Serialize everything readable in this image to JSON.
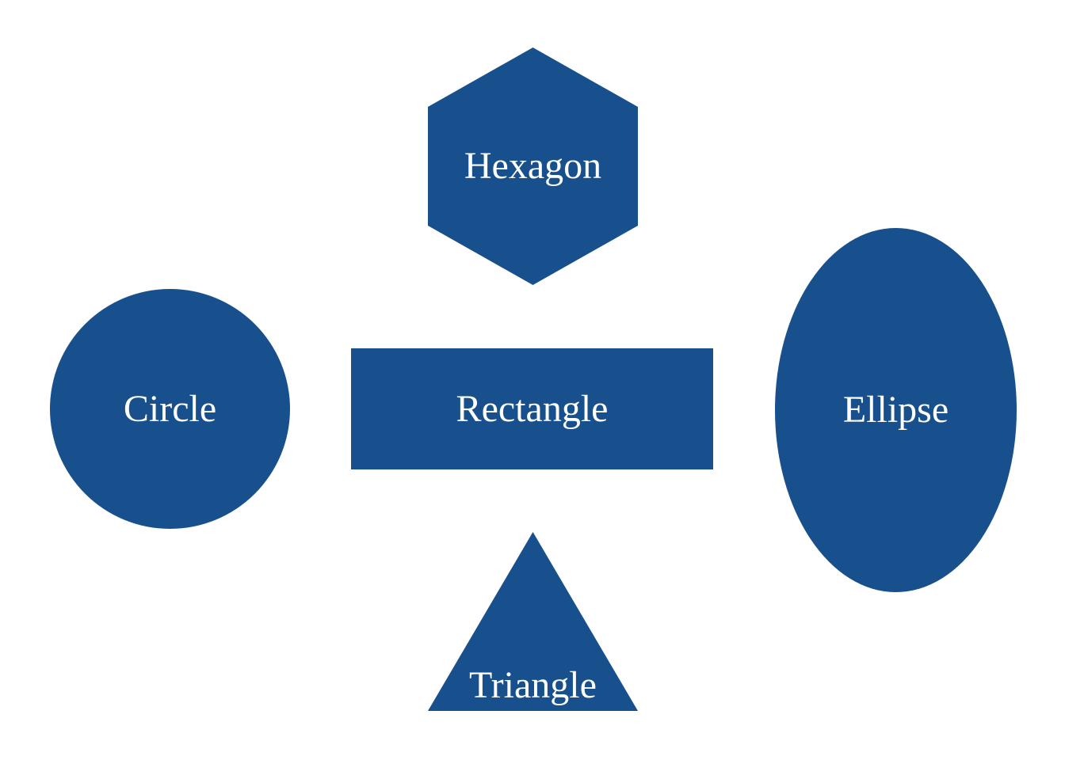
{
  "diagram": {
    "background_color": "#ffffff",
    "shape_fill_color": "#17508C",
    "label_color": "#ffffff",
    "shapes": {
      "hexagon": {
        "type": "hexagon",
        "label": "Hexagon"
      },
      "circle": {
        "type": "circle",
        "label": "Circle"
      },
      "rectangle": {
        "type": "rectangle",
        "label": "Rectangle"
      },
      "ellipse": {
        "type": "ellipse",
        "label": "Ellipse"
      },
      "triangle": {
        "type": "triangle",
        "label": "Triangle"
      }
    }
  }
}
